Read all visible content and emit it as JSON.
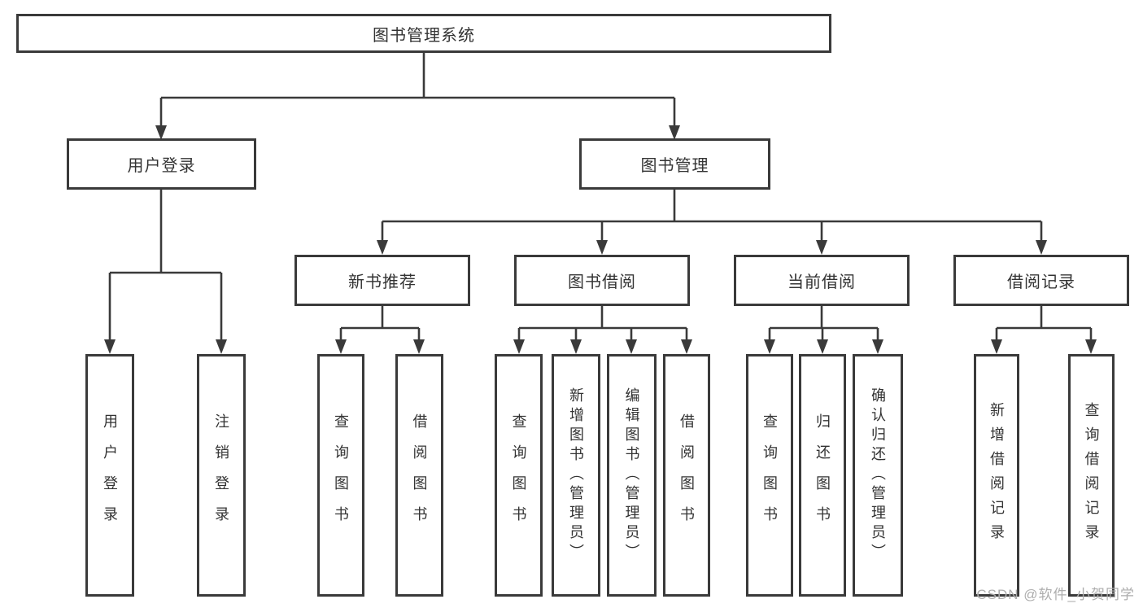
{
  "page": {
    "background": "#ffffff"
  },
  "colors": {
    "line": "#3a3a3a",
    "box_border": "#3a3a3a",
    "box_fill": "#ffffff",
    "text": "#333333",
    "watermark": "#adadad"
  },
  "tree": {
    "root": {
      "label": "图书管理系统"
    },
    "branches": [
      {
        "label": "用户登录",
        "children": [
          {
            "label": "用户登录"
          },
          {
            "label": "注销登录"
          }
        ]
      },
      {
        "label": "图书管理",
        "sections": [
          {
            "label": "新书推荐",
            "children": [
              {
                "label": "查询图书"
              },
              {
                "label": "借阅图书"
              }
            ]
          },
          {
            "label": "图书借阅",
            "children": [
              {
                "label": "查询图书"
              },
              {
                "label": "新增图书（管理员）"
              },
              {
                "label": "编辑图书（管理员）"
              },
              {
                "label": "借阅图书"
              }
            ]
          },
          {
            "label": "当前借阅",
            "children": [
              {
                "label": "查询图书"
              },
              {
                "label": "归还图书"
              },
              {
                "label": "确认归还（管理员）"
              }
            ]
          },
          {
            "label": "借阅记录",
            "children": [
              {
                "label": "新增借阅记录"
              },
              {
                "label": "查询借阅记录"
              }
            ]
          }
        ]
      }
    ]
  },
  "watermark": {
    "text": "CSDN @软件_小贺同学"
  }
}
